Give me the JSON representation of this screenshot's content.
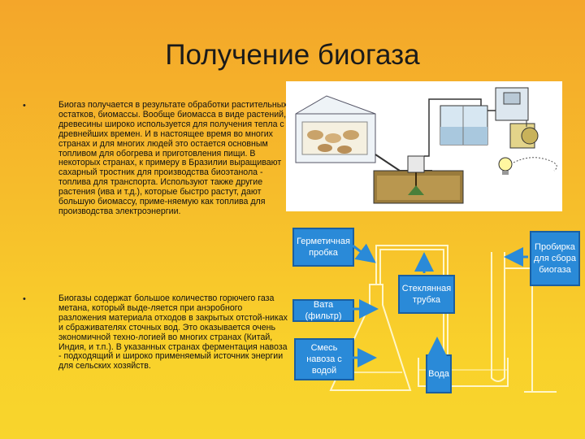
{
  "slide": {
    "title": "Получение биогаза"
  },
  "bullets": [
    {
      "marker": "•",
      "text": "Биогаз получается в результате обработки растительных остатков, биомассы. Вообще биомасса в виде растений, древесины широко используется для получения тепла с древнейших времен. И в настоящее время во многих странах и для многих людей это остается основным топливом для обогрева и приготовления пищи. В некоторых странах, к примеру в Бразилии выращивают сахарный тростник для производства биоэтанола - топлива для транспорта. Используют также другие растения (ива и т.д.), которые быстро растут, дают большую биомассу, приме-няемую как топлива для производства электроэнергии."
    },
    {
      "marker": "•",
      "text": " Биогазы содержат большое количество горючего газа метана, который выде-ляется при анэробного  разложения материала отходов в закрытых отстой-никах и сбраживателях сточных вод. Это оказывается очень экономичной техно-логией во многих странах (Китай, Индия, и т.п.). В указанных странах ферментация навоза - подходящий и широко применяемый источник энергии для сельских хозяйств."
    }
  ],
  "diagram_labels": {
    "sealed_stopper": "Герметичная пробка",
    "cotton_filter": "Вата (фильтр)",
    "manure_water": "Смесь навоза с водой",
    "glass_tube": "Стеклянная трубка",
    "water": "Вода",
    "collection_tube": "Пробирка для сбора биогаза"
  },
  "colors": {
    "label_bg": "#2a8ad8",
    "label_border": "#1b5fa0",
    "glass": "#fff6c8"
  }
}
